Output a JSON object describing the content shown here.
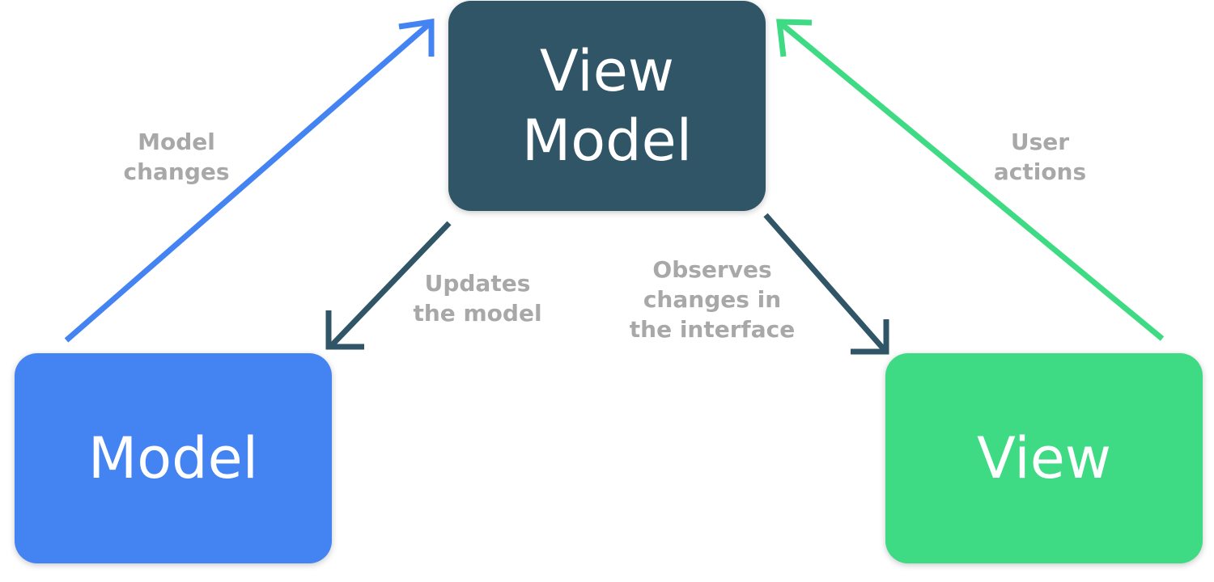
{
  "colors": {
    "view_model_box": "#2f5566",
    "model_box": "#4483f2",
    "view_box": "#3fda84",
    "model_changes_arrow": "#4483f2",
    "user_actions_arrow": "#3fda84",
    "view_model_arrows": "#2f5566",
    "label_text": "#a8a8a8"
  },
  "nodes": {
    "view_model": "View\nModel",
    "model": "Model",
    "view": "View"
  },
  "edges": {
    "model_changes": "Model\nchanges",
    "updates_the_model": "Updates\nthe model",
    "observes_changes": "Observes\nchanges in\nthe interface",
    "user_actions": "User\nactions"
  }
}
